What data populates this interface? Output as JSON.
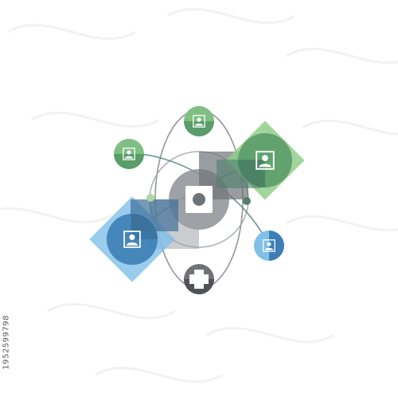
{
  "illustration": {
    "subject": "network-atom-people",
    "colors": {
      "green": "#5a9c6a",
      "green_light": "#8fcf8a",
      "blue": "#3d7fb5",
      "blue_light": "#7fbfe8",
      "gray": "#6f7378",
      "gray_light": "#bfc2c5",
      "white": "#ffffff"
    },
    "nodes": [
      {
        "icon": "person-icon",
        "color": "green"
      },
      {
        "icon": "person-icon",
        "color": "green"
      },
      {
        "icon": "person-icon",
        "color": "green"
      },
      {
        "icon": "person-icon",
        "color": "blue"
      },
      {
        "icon": "person-icon",
        "color": "blue"
      },
      {
        "icon": "plus-icon",
        "color": "gray"
      },
      {
        "icon": "center-square-icon",
        "color": "gray"
      }
    ]
  },
  "stock_id": "1952599798"
}
